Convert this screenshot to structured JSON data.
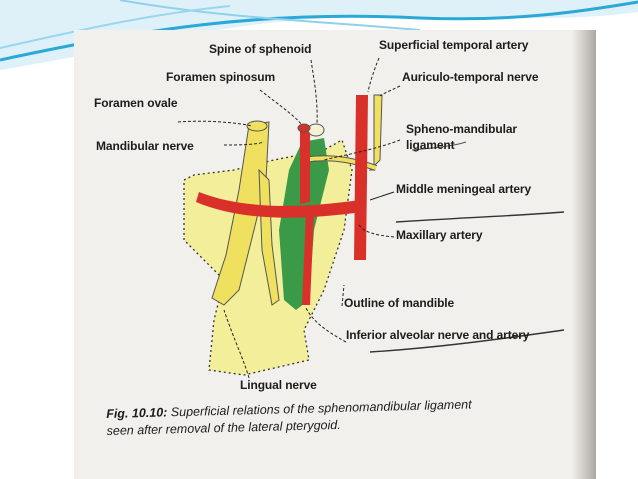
{
  "theme": {
    "wave_color": "#2aa8d8",
    "artery_color": "#d9302a",
    "nerve_color": "#f0e060",
    "ligament_color": "#3a9a48",
    "mandible_fill": "#f3ee9a"
  },
  "labels": {
    "spine_of_sphenoid": "Spine of sphenoid",
    "superficial_temporal_artery": "Superficial temporal artery",
    "foramen_spinosum": "Foramen spinosum",
    "auriculo_temporal_nerve": "Auriculo-temporal nerve",
    "foramen_ovale": "Foramen ovale",
    "mandibular_nerve": "Mandibular nerve",
    "spheno_mandibular": "Spheno-mandibular",
    "ligament": "ligament",
    "middle_meningeal_artery": "Middle meningeal artery",
    "maxillary_artery": "Maxillary artery",
    "outline_of_mandible": "Outline of mandible",
    "inferior_alveolar": "Inferior alveolar nerve and artery",
    "lingual_nerve": "Lingual nerve"
  },
  "caption": {
    "fig_label": "Fig. 10.10:",
    "line1": "Superficial relations of the sphenomandibular ligament",
    "line2": "seen after removal of the lateral pterygoid."
  }
}
